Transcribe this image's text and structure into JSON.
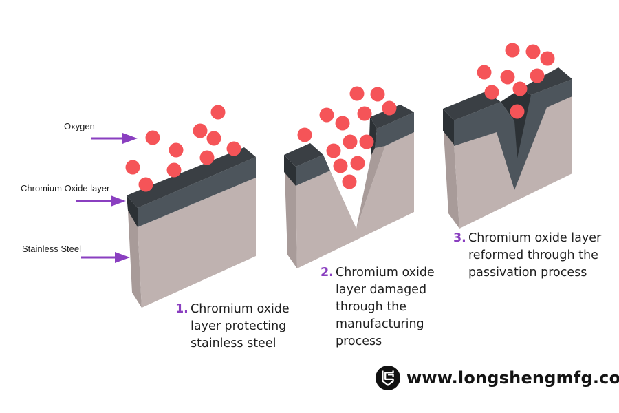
{
  "diagram": {
    "title": "Stainless steel passivation: chromium oxide layer",
    "colors": {
      "oxygen": "#f55458",
      "oxide_top": "#3a3f44",
      "oxide_front": "#4d555c",
      "oxide_side": "#2c3135",
      "steel_front": "#bfb2b0",
      "steel_side": "#a89b99",
      "arrow": "#8a3fc0",
      "number": "#8a3fc0"
    },
    "side_labels": [
      {
        "id": "oxygen",
        "text": "Oxygen"
      },
      {
        "id": "oxide",
        "text": "Chromium Oxide layer"
      },
      {
        "id": "steel",
        "text": "Stainless Steel"
      }
    ],
    "stages": [
      {
        "number": "1.",
        "lines": [
          "Chromium oxide",
          "layer protecting",
          "stainless steel"
        ]
      },
      {
        "number": "2.",
        "lines": [
          "Chromium oxide",
          "layer damaged",
          "through the",
          "manufacturing",
          "process"
        ]
      },
      {
        "number": "3.",
        "lines": [
          "Chromium oxide layer",
          "reformed through the",
          "passivation process"
        ]
      }
    ]
  },
  "footer": {
    "logo_icon": "longsheng-logo-icon",
    "url": "www.longshengmfg.com"
  }
}
